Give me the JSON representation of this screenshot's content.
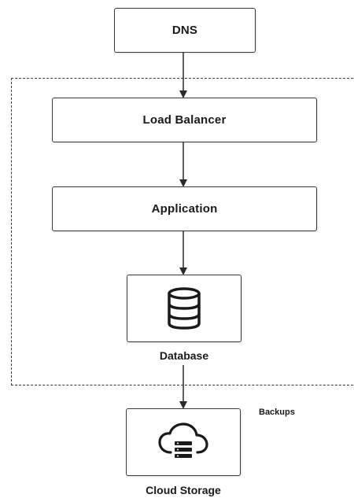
{
  "nodes": {
    "dns": "DNS",
    "load_balancer": "Load Balancer",
    "application": "Application",
    "database": "Database",
    "cloud_storage": "Cloud Storage"
  },
  "edge_labels": {
    "backups": "Backups"
  },
  "icons": {
    "database": "database-icon",
    "cloud_storage": "cloud-server-icon"
  },
  "colors": {
    "stroke": "#3a3a3a",
    "text": "#1a1a1a",
    "background": "#ffffff"
  }
}
